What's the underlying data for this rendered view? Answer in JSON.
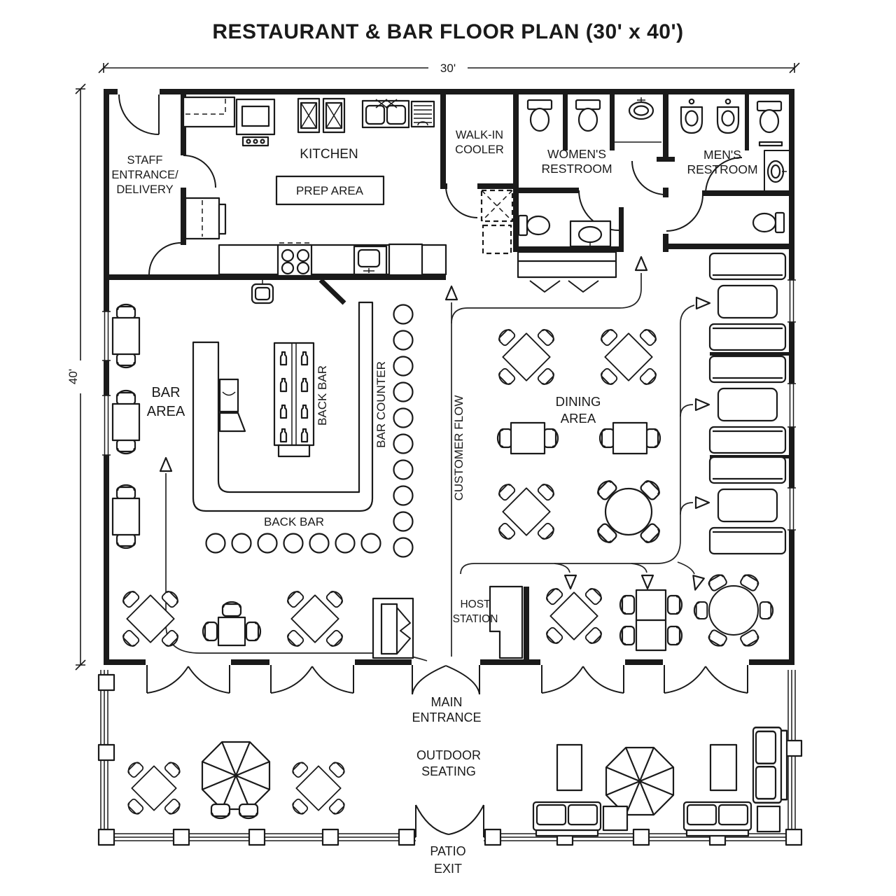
{
  "title": "RESTAURANT & BAR FLOOR PLAN (30' x 40')",
  "dimensions": {
    "width_label": "30'",
    "height_label": "40'"
  },
  "colors": {
    "ink": "#1a1a1a",
    "paper": "#ffffff"
  },
  "rooms": {
    "staff_entrance": {
      "label_lines": [
        "STAFF",
        "ENTRANCE/",
        "DELIVERY"
      ]
    },
    "kitchen": {
      "label": "KITCHEN",
      "prep_area_label": "PREP AREA"
    },
    "walk_in_cooler": {
      "label_lines": [
        "WALK-IN",
        "COOLER"
      ]
    },
    "womens_restroom": {
      "label_lines": [
        "WOMEN'S",
        "RESTROOM"
      ]
    },
    "mens_restroom": {
      "label_lines": [
        "MEN'S",
        "RESTROOM"
      ]
    },
    "bar_area": {
      "label_lines": [
        "BAR",
        "AREA"
      ],
      "back_bar_shelf_label": "BACK BAR",
      "bar_counter_label": "BAR COUNTER",
      "back_bar_counter_label": "BACK BAR"
    },
    "dining_area": {
      "label_lines": [
        "DINING",
        "AREA"
      ]
    },
    "host_station": {
      "label_lines": [
        "HOST",
        "STATION"
      ]
    },
    "main_entrance": {
      "label_lines": [
        "MAIN",
        "ENTRANCE"
      ]
    },
    "outdoor_seating": {
      "label_lines": [
        "OUTDOOR",
        "SEATING"
      ]
    },
    "patio_exit": {
      "label_lines": [
        "PATIO",
        "EXIT"
      ]
    }
  },
  "flow": {
    "customer_flow_label": "CUSTOMER FLOW"
  }
}
